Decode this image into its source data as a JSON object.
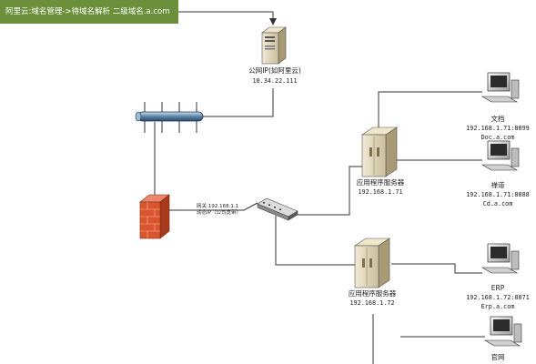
{
  "banner": {
    "text": "阿里云:域名管理->待域名解析 二级域名.a.com"
  },
  "public_ip": {
    "name": "公网IP(如阿里云)",
    "ip": "10.34.22.111"
  },
  "firewall": {
    "line1": "网关:192.168.1.1",
    "line2": "动态IP（公司宽带）"
  },
  "app_server_1": {
    "name": "应用程序服务器",
    "ip": "192.168.1.71"
  },
  "app_server_2": {
    "name": "应用程序服务器",
    "ip": "192.168.1.72"
  },
  "pc_docs": {
    "name": "文档",
    "addr": "192.168.1.71:8099",
    "domain": "Doc.a.com"
  },
  "pc_zentao": {
    "name": "禅道",
    "addr": "192.168.1.71:8088",
    "domain": "Cd.a.com"
  },
  "pc_erp": {
    "name": "ERP",
    "addr": "192.168.1.72:8071",
    "domain": "Erp.a.com"
  },
  "pc_website": {
    "name": "官网"
  },
  "colors": {
    "banner_bg": "#6b8f3a",
    "line": "#333333",
    "firewall": "#d9552e"
  }
}
